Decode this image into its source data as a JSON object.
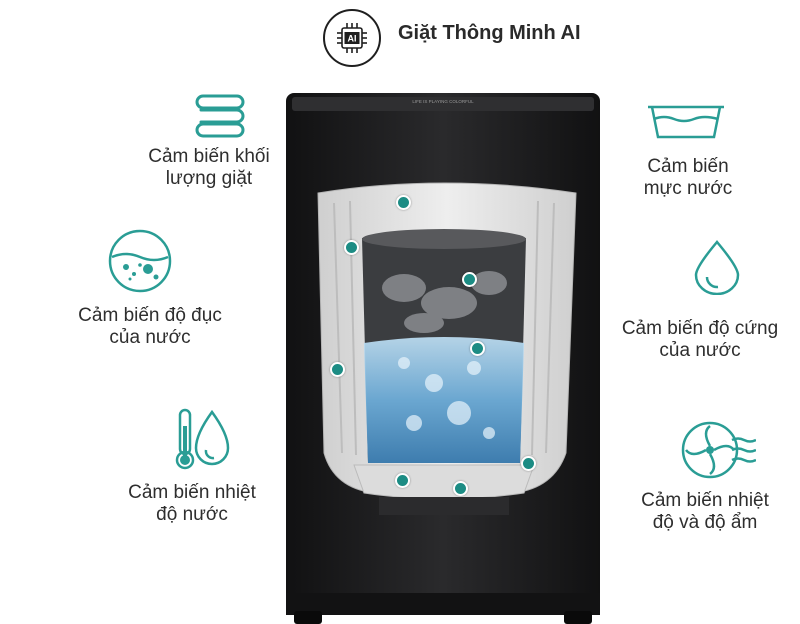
{
  "header": {
    "badge_text": "AI",
    "title": "Giặt Thông Minh AI"
  },
  "machine": {
    "strip_text": "LIFE IS PLAYING COLORFUL"
  },
  "features": {
    "load": {
      "line1": "Cảm biến khối",
      "line2": "lượng giặt",
      "icon": "folded-laundry-icon"
    },
    "turbidity": {
      "line1": "Cảm biến độ đục",
      "line2": "của nước",
      "icon": "turbidity-icon"
    },
    "water_temp": {
      "line1": "Cảm biến nhiệt",
      "line2": "độ nước",
      "icon": "thermometer-drop-icon"
    },
    "water_level": {
      "line1": "Cảm biến",
      "line2": "mực nước",
      "icon": "water-basin-icon"
    },
    "hardness": {
      "line1": "Cảm biến độ cứng",
      "line2": "của nước",
      "icon": "water-drop-icon"
    },
    "temp_humidity": {
      "line1": "Cảm biến nhiệt",
      "line2": "độ và độ ẩm",
      "icon": "fan-humidity-icon"
    }
  },
  "colors": {
    "accent_teal": "#2a9d95",
    "dot_teal": "#1c8c84",
    "machine_body": "#1b1b1c"
  }
}
